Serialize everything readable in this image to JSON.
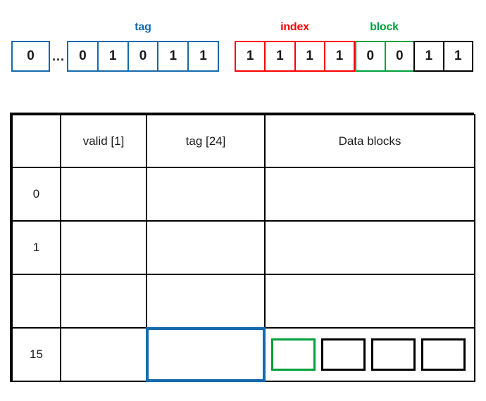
{
  "address_diagram": {
    "labels": [
      {
        "name": "tag",
        "text": "tag",
        "color": "#1569ad"
      },
      {
        "name": "index",
        "text": "index",
        "color": "#ff0000"
      },
      {
        "name": "block",
        "text": "block",
        "color": "#00a03c"
      }
    ],
    "ellipsis": "...",
    "groups": [
      {
        "name": "leading-bit",
        "field": "",
        "color": "#1569ad",
        "bits": [
          "0"
        ]
      },
      {
        "name": "tag-bits",
        "field": "tag",
        "color": "#1569ad",
        "bits": [
          "0",
          "1",
          "0",
          "1",
          "1"
        ]
      },
      {
        "name": "index-bits",
        "field": "index",
        "color": "#ff0000",
        "bits": [
          "1",
          "1",
          "1",
          "1"
        ]
      },
      {
        "name": "block-bits",
        "field": "block",
        "color": "#00a03c",
        "bits": [
          "0",
          "0"
        ]
      },
      {
        "name": "offset-bits",
        "field": "",
        "color": "#000000",
        "bits": [
          "1",
          "1"
        ]
      }
    ]
  },
  "cache_table": {
    "headers": [
      "",
      "valid [1]",
      "tag [24]",
      "Data blocks"
    ],
    "rows": [
      {
        "index": "0",
        "valid": "",
        "tag": "",
        "highlight_index": false,
        "highlight_tag": false,
        "blocks": []
      },
      {
        "index": "1",
        "valid": "",
        "tag": "",
        "highlight_index": false,
        "highlight_tag": false,
        "blocks": []
      },
      {
        "index": "",
        "valid": "",
        "tag": "",
        "highlight_index": false,
        "highlight_tag": false,
        "blocks": []
      },
      {
        "index": "15",
        "valid": "",
        "tag": "",
        "highlight_index": true,
        "highlight_tag": true,
        "blocks": [
          {
            "name": "data-block-0",
            "selected": true
          },
          {
            "name": "data-block-1",
            "selected": false
          },
          {
            "name": "data-block-2",
            "selected": false
          },
          {
            "name": "data-block-3",
            "selected": false
          }
        ]
      }
    ]
  },
  "colors": {
    "tag": "#1569ad",
    "index": "#ff0000",
    "block": "#00a03c",
    "default": "#000000"
  }
}
